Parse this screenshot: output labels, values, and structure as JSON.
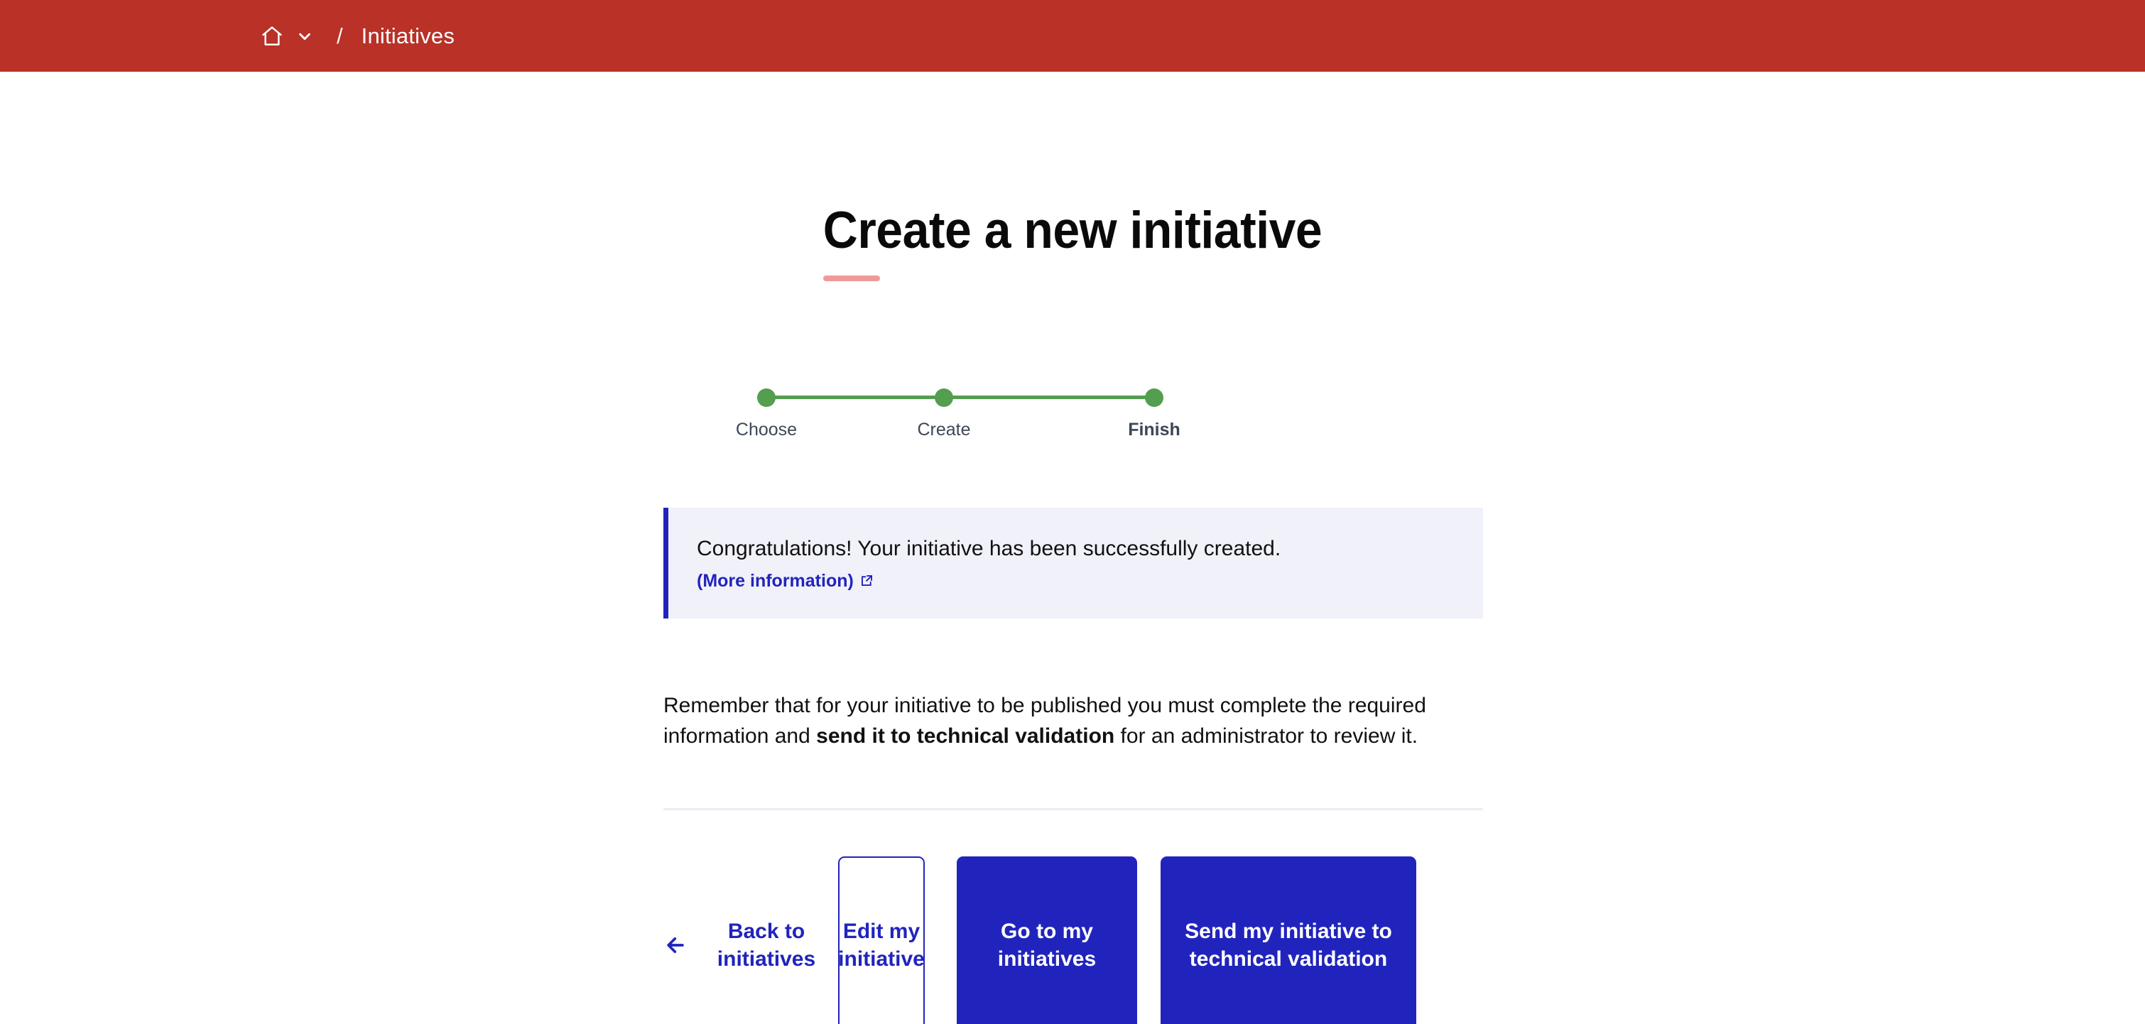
{
  "topbar": {
    "background_color": "#b93127",
    "home_icon": "home-icon",
    "dropdown_icon": "chevron-down-icon",
    "separator": "/",
    "current_crumb": "Initiatives"
  },
  "title": {
    "text": "Create a new initiative",
    "accent_color": "#ef9a99"
  },
  "stepper": {
    "accent_color": "#549e4f",
    "steps": [
      {
        "label": "Choose",
        "state": "complete"
      },
      {
        "label": "Create",
        "state": "complete"
      },
      {
        "label": "Finish",
        "state": "current"
      }
    ]
  },
  "callout": {
    "accent_color": "#2124bc",
    "background_color": "#f1f1fa",
    "message": "Congratulations! Your initiative has been successfully created.",
    "link_label": "(More information)",
    "link_icon": "external-link-icon"
  },
  "body": {
    "paragraph_before": "Remember that for your initiative to be published you must complete the required information and ",
    "paragraph_strong": "send it to technical validation",
    "paragraph_after": " for an administrator to review it."
  },
  "actions": {
    "back_icon": "arrow-left-icon",
    "back_label": "Back to initiatives",
    "edit_label": "Edit my initiative",
    "goto_label": "Go to my initiatives",
    "send_label": "Send my initiative to technical validation",
    "primary_color": "#2124bc"
  }
}
